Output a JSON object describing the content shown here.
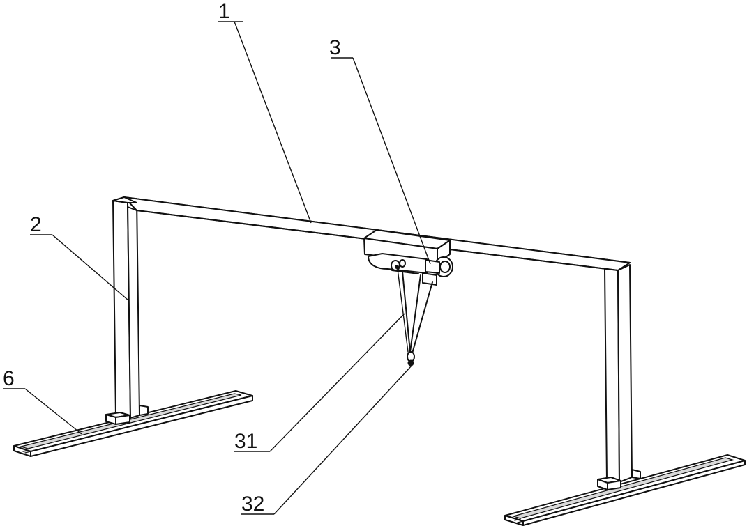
{
  "labels": {
    "beam": "1",
    "column": "2",
    "hoist": "3",
    "cable": "31",
    "hook": "32",
    "rail": "6"
  },
  "colors": {
    "line": "#111111",
    "background": "#ffffff",
    "groove": "#d9d9d9"
  }
}
